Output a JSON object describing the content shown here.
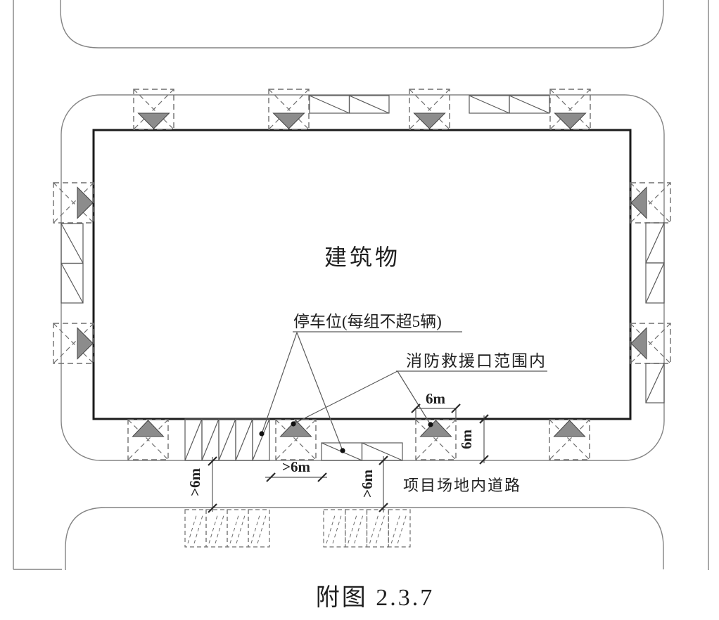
{
  "drawing": {
    "building_label": "建筑物",
    "annotations": {
      "parking_label": "停车位(每组不超5辆)",
      "rescue_label": "消防救援口范围内",
      "road_label": "项目场地内道路"
    },
    "dimensions": {
      "rescue_width": "6m",
      "rescue_depth": "6m",
      "spacing_horizontal": ">6m",
      "spacing_vertical_left": ">6m",
      "spacing_vertical_right": ">6m"
    },
    "caption": "附图 2.3.7",
    "symbols": {
      "fire_rescue_marker": "dashed square with dashed X and solid gray triangle pointing at building",
      "fire_rescue_marker_count": 12,
      "parking_strip_count": 7,
      "roadside_parking_group_count": 2
    },
    "colors": {
      "background": "#ffffff",
      "road_line": "#848484",
      "building_line": "#1b1b1b",
      "detail_line": "#5a5a5a",
      "dashed_line": "#6e6e6e",
      "triangle_fill": "#8c8c8c",
      "text": "#1f1f1f"
    }
  }
}
